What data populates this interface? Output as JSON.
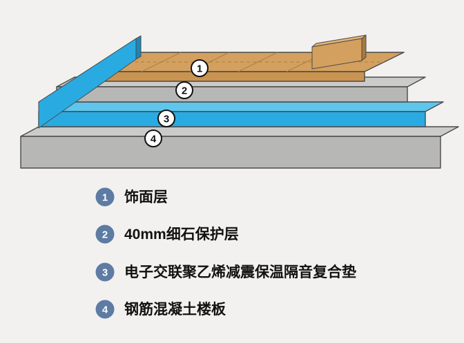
{
  "diagram": {
    "description": "stepped cross-section of floor sound-insulation construction layers"
  },
  "legend": {
    "items": [
      {
        "num": "1",
        "label": "饰面层"
      },
      {
        "num": "2",
        "label": "40mm细石保护层"
      },
      {
        "num": "3",
        "label": "电子交联聚乙烯减震保温隔音复合垫"
      },
      {
        "num": "4",
        "label": "钢筋混凝土楼板"
      }
    ]
  },
  "colors": {
    "background": "#f2f1ef",
    "concrete_top": "#cbcbc9",
    "concrete_front": "#b7b7b5",
    "insulation_blue": "#29abe2",
    "insulation_top": "#5ec6ec",
    "insulation_light": "#7fd4f3",
    "insulation_dark": "#1d85b8",
    "wood_top": "#d4a05f",
    "wood_front": "#c9944f",
    "wood_edge_light": "#e2b274",
    "wood_dark": "#a87a3e"
  }
}
